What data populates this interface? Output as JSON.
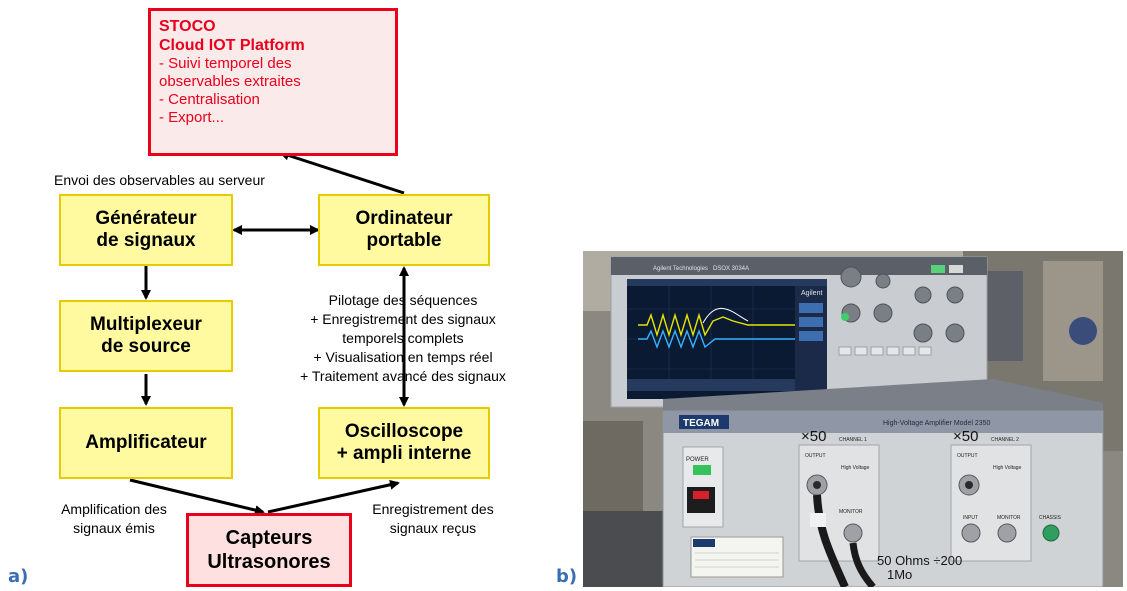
{
  "panel_a": {
    "label": "a)",
    "stoco": {
      "title1": "STOCO",
      "title2": "Cloud IOT Platform",
      "lines": [
        "- Suivi temporel des",
        "observables extraites",
        "- Centralisation",
        "- Export..."
      ]
    },
    "send_note": "Envoi des observables au serveur",
    "boxes": {
      "generator": [
        "Générateur",
        "de signaux"
      ],
      "laptop": [
        "Ordinateur",
        "portable"
      ],
      "mux": [
        "Multiplexeur",
        "de source"
      ],
      "amp": "Amplificateur",
      "osc": [
        "Oscilloscope",
        "+ ampli interne"
      ],
      "sensors": [
        "Capteurs",
        "Ultrasonores"
      ]
    },
    "control_note": [
      "Pilotage des séquences",
      "+ Enregistrement des signaux",
      "temporels complets",
      "+ Visualisation en temps réel",
      "+ Traitement avancé des signaux"
    ],
    "amp_note": [
      "Amplification des",
      "signaux émis"
    ],
    "rec_note": [
      "Enregistrement des",
      "signaux reçus"
    ]
  },
  "panel_b": {
    "label": "b)",
    "amplifier": {
      "brand": "TEGAM",
      "model": "High-Voltage Amplifier  Model 2350",
      "gain1": "×50",
      "gain2": "×50",
      "channel1": "CHANNEL 1",
      "channel2": "CHANNEL 2",
      "output": "OUTPUT",
      "monitor": "MONITOR",
      "input": "INPUT",
      "chassis": "CHASSIS",
      "power": "POWER",
      "hv": "High Voltage",
      "ohms": "50 Ohms ÷200",
      "mo": "1Mo"
    },
    "scope": {
      "brand": "Agilent"
    }
  }
}
